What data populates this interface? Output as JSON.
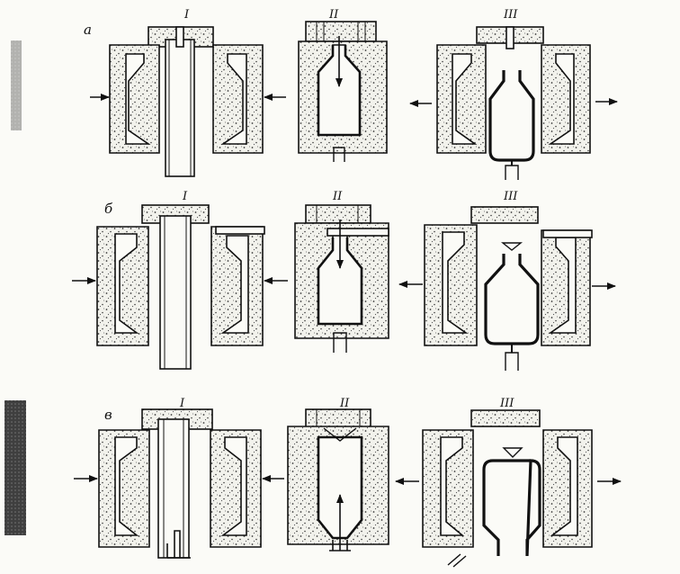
{
  "rows": [
    {
      "letter": "а",
      "stages": [
        "I",
        "II",
        "III"
      ]
    },
    {
      "letter": "б",
      "stages": [
        "I",
        "II",
        "III"
      ]
    },
    {
      "letter": "в",
      "stages": [
        "I",
        "II",
        "III"
      ]
    }
  ],
  "colors": {
    "ink": "#111111",
    "paper": "#fbfbf7",
    "stipple": "#3a3a3a"
  }
}
